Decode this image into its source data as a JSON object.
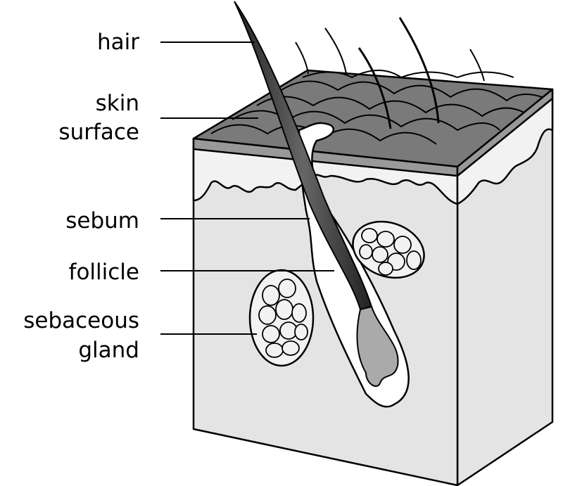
{
  "labels": {
    "hair": "hair",
    "skin_surface_line1": "skin",
    "skin_surface_line2": "surface",
    "sebum": "sebum",
    "follicle": "follicle",
    "sebaceous_gland_line1": "sebaceous",
    "sebaceous_gland_line2": "gland"
  },
  "colors": {
    "surface": "#7a7a7a",
    "epidermis": "#f2f2f2",
    "dermis": "#e4e4e4",
    "hair": "#3a3a3a",
    "outline": "#000000"
  }
}
